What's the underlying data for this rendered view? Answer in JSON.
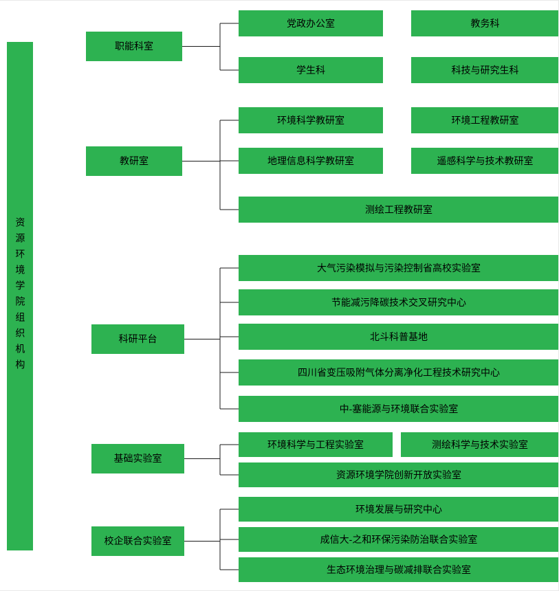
{
  "title": "资源环境学院组织机构",
  "colors": {
    "box_green": "#2DB251",
    "line_black": "#1a1a1a",
    "text": "#000000",
    "background": "#ffffff"
  },
  "root": {
    "label": "资源环境学院组织机构"
  },
  "groups": [
    {
      "label": "职能科室",
      "children": [
        {
          "label": "党政办公室"
        },
        {
          "label": "教务科"
        },
        {
          "label": "学生科"
        },
        {
          "label": "科技与研究生科"
        }
      ]
    },
    {
      "label": "教研室",
      "children": [
        {
          "label": "环境科学教研室"
        },
        {
          "label": "环境工程教研室"
        },
        {
          "label": "地理信息科学教研室"
        },
        {
          "label": "遥感科学与技术教研室"
        },
        {
          "label": "测绘工程教研室"
        }
      ]
    },
    {
      "label": "科研平台",
      "children": [
        {
          "label": "大气污染模拟与污染控制省高校实验室"
        },
        {
          "label": "节能减污降碳技术交叉研究中心"
        },
        {
          "label": "北斗科普基地"
        },
        {
          "label": "四川省变压吸附气体分离净化工程技术研究中心"
        },
        {
          "label": "中-塞能源与环境联合实验室"
        }
      ]
    },
    {
      "label": "基础实验室",
      "children": [
        {
          "label": "环境科学与工程实验室"
        },
        {
          "label": "测绘科学与技术实验室"
        },
        {
          "label": "资源环境学院创新开放实验室"
        }
      ]
    },
    {
      "label": "校企联合实验室",
      "children": [
        {
          "label": "环境发展与研究中心"
        },
        {
          "label": "成信大-之和环保污染防治联合实验室"
        },
        {
          "label": "生态环境治理与碳减排联合实验室"
        }
      ]
    }
  ]
}
